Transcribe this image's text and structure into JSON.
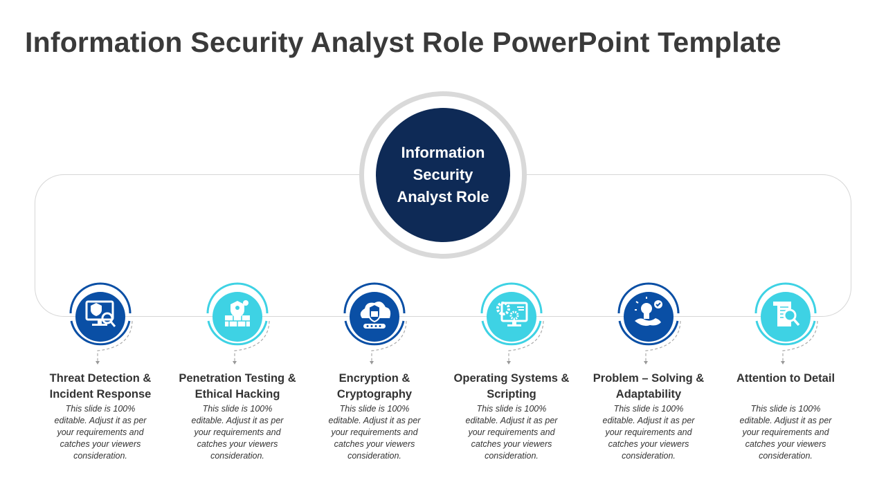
{
  "title": "Information Security Analyst Role PowerPoint Template",
  "hub": {
    "label": "Information Security Analyst Role"
  },
  "colors": {
    "dark": "#0a4fa5",
    "light": "#3ed2e4",
    "navy": "#0e2a56"
  },
  "items": [
    {
      "title": "Threat Detection & Incident Response",
      "desc": "This slide is 100% editable. Adjust it as per your requirements and catches your viewers consideration.",
      "icon": "monitor-bug-search-icon",
      "style": "dark"
    },
    {
      "title": "Penetration Testing & Ethical Hacking",
      "desc": "This slide is 100% editable. Adjust it as per your requirements and catches your viewers consideration.",
      "icon": "shield-firewall-icon",
      "style": "light"
    },
    {
      "title": "Encryption & Cryptography",
      "desc": "This slide is 100% editable. Adjust it as per your requirements and catches your viewers consideration.",
      "icon": "cloud-lock-shield-icon",
      "style": "dark"
    },
    {
      "title": "Operating Systems & Scripting",
      "desc": "This slide is 100% editable. Adjust it as per your requirements and catches your viewers consideration.",
      "icon": "monitor-gears-icon",
      "style": "light"
    },
    {
      "title": "Problem – Solving & Adaptability",
      "desc": "This slide is 100% editable. Adjust it as per your requirements and catches your viewers consideration.",
      "icon": "lightbulb-check-icon",
      "style": "dark"
    },
    {
      "title": "Attention to Detail",
      "desc": "This slide is 100% editable. Adjust it as per your requirements and catches your viewers consideration.",
      "icon": "document-search-icon",
      "style": "light"
    }
  ]
}
